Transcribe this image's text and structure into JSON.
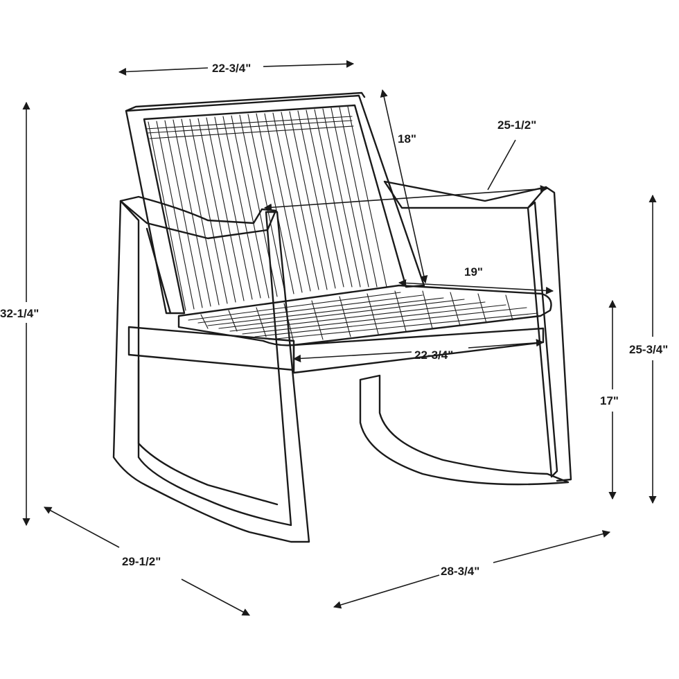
{
  "dimensions": {
    "top_back_width": "22-3/4\"",
    "back_height": "18\"",
    "arm_depth": "25-1/2\"",
    "overall_height": "32-1/4\"",
    "seat_depth": "19\"",
    "seat_width": "22-3/4\"",
    "arm_height": "25-3/4\"",
    "seat_height": "17\"",
    "overall_depth": "29-1/2\"",
    "overall_width": "28-3/4\""
  }
}
